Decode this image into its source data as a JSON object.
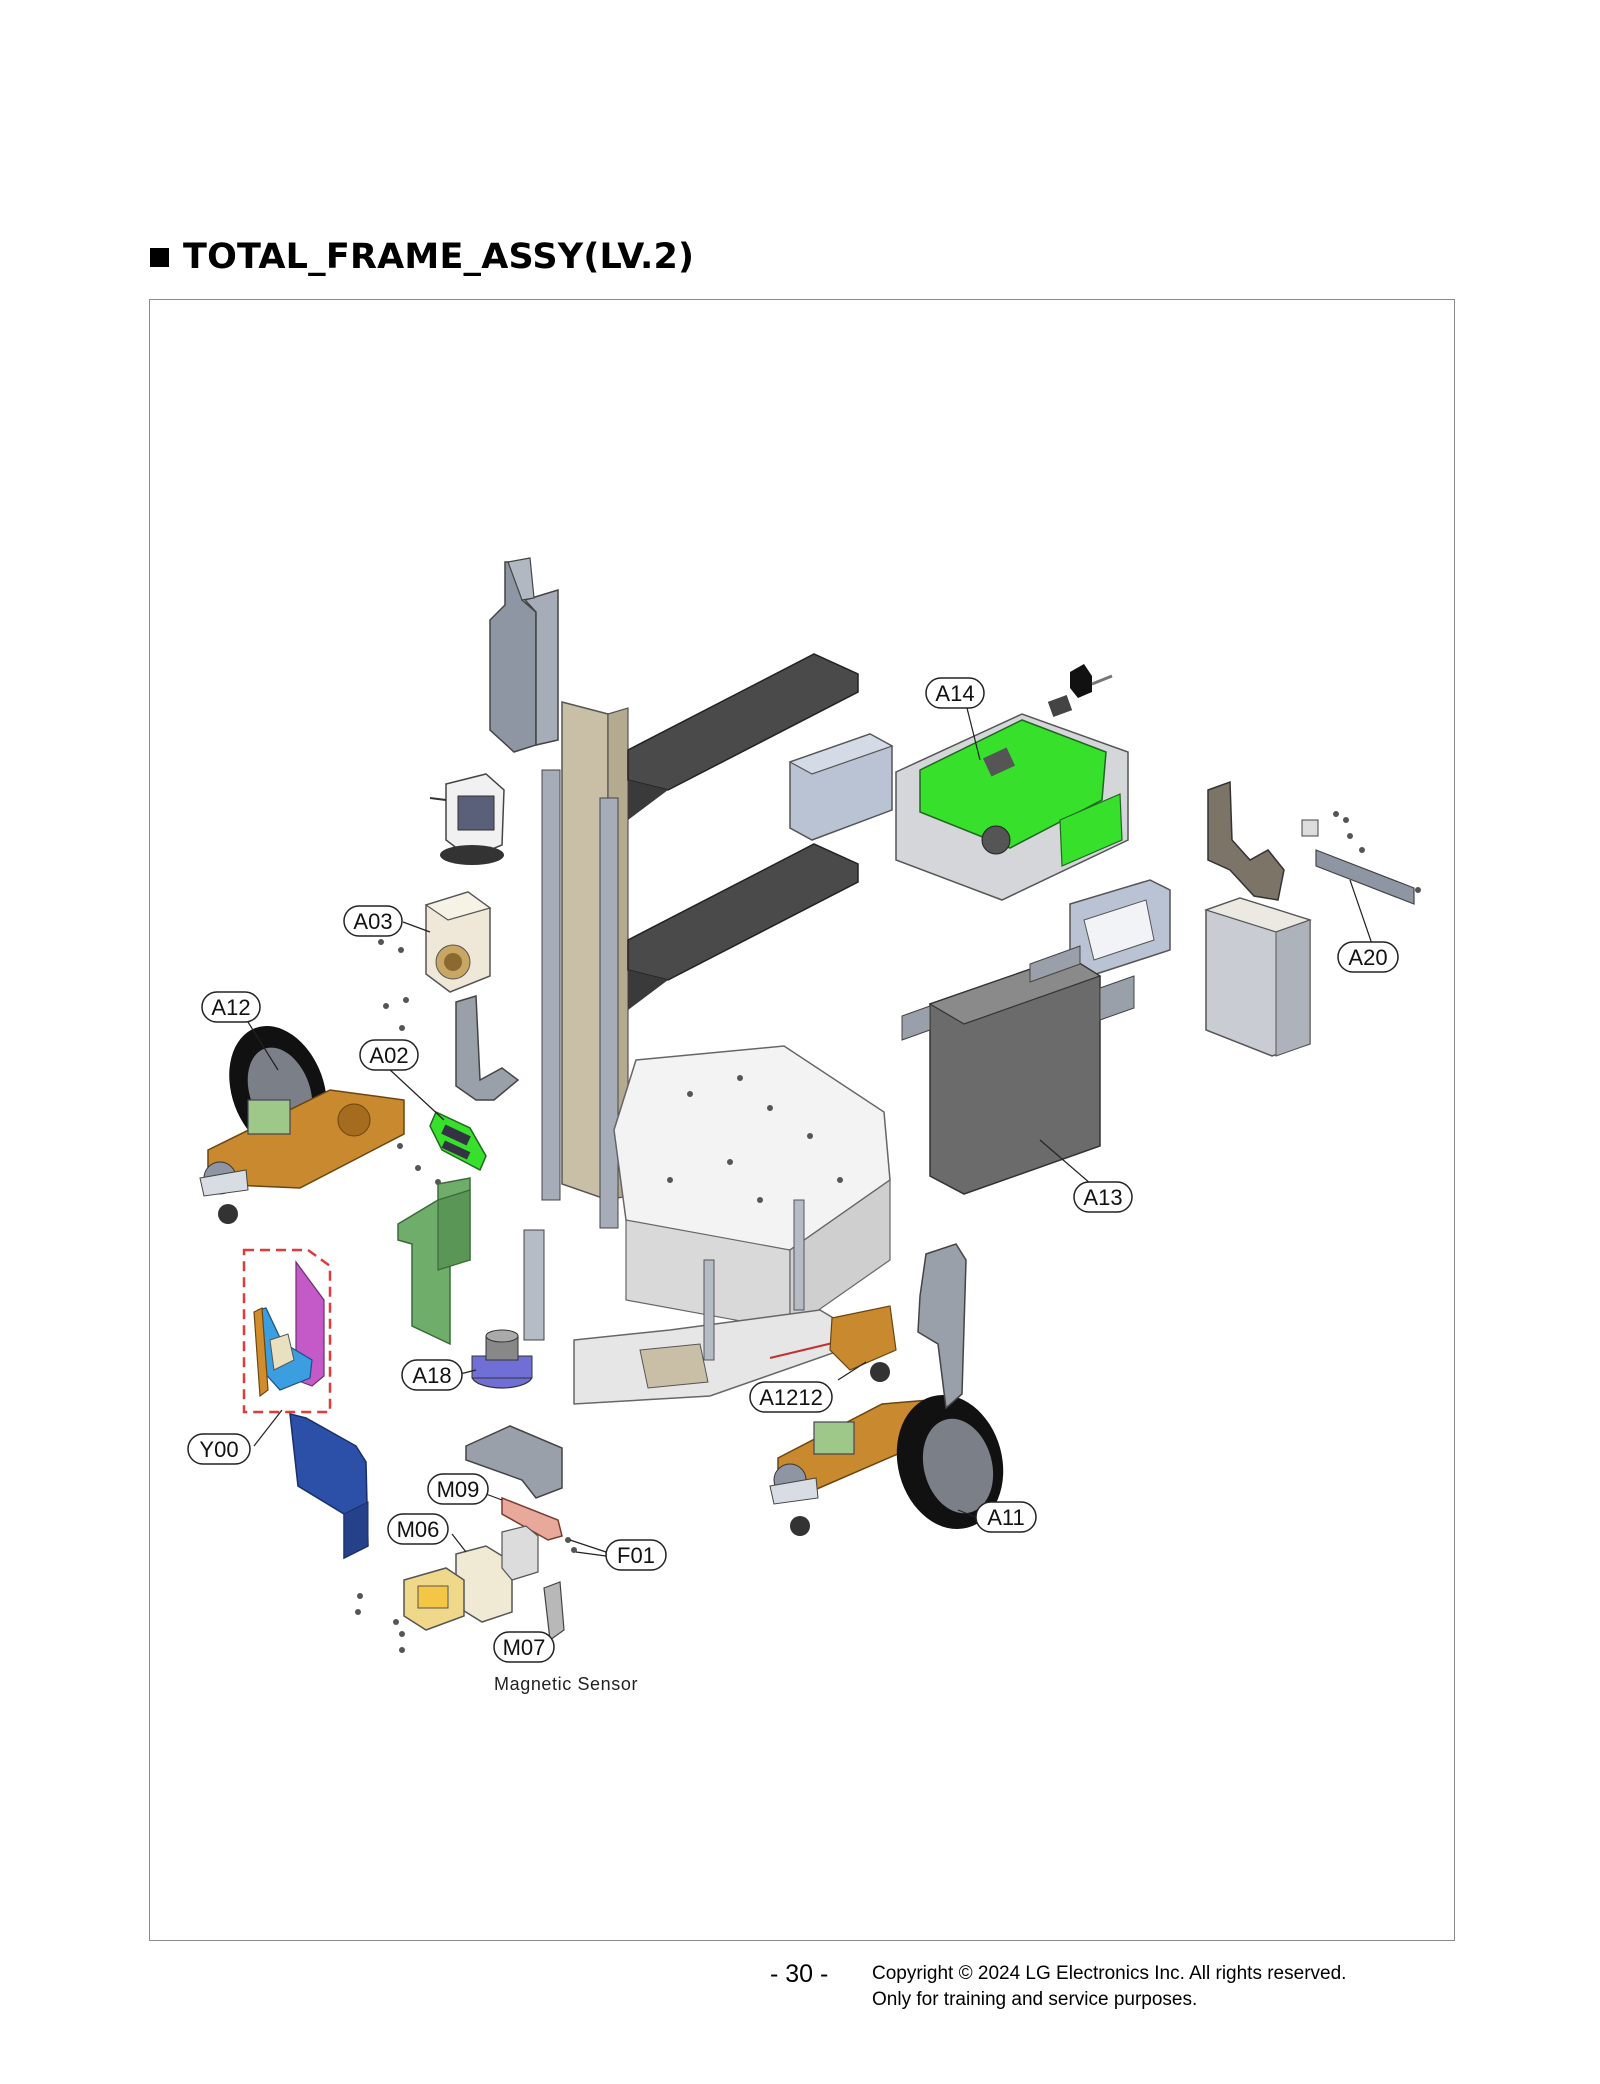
{
  "page": {
    "title": "TOTAL_FRAME_ASSY(LV.2)",
    "page_number": "- 30 -",
    "copyright_line1": "Copyright © 2024 LG Electronics Inc. All rights reserved.",
    "copyright_line2": "Only for training and service purposes."
  },
  "diagram": {
    "callouts": {
      "a14": "A14",
      "a03": "A03",
      "a12": "A12",
      "a02": "A02",
      "a20": "A20",
      "a13": "A13",
      "a18": "A18",
      "a1212": "A1212",
      "y00": "Y00",
      "m09": "M09",
      "m06": "M06",
      "f01": "F01",
      "m07": "M07",
      "a11": "A11"
    },
    "notes": {
      "magnetic_sensor": "Magnetic Sensor"
    },
    "colors": {
      "pcb_green": "#37e02a",
      "tray_dark": "#4a4a4a",
      "wheel_black": "#111111",
      "bracket_orange": "#c9892e",
      "shield_magenta": "#c45ac8",
      "shield_blue": "#2c4fa8",
      "panel_green": "#6fad6a",
      "frame_beige": "#c8bfa6",
      "battery_gray": "#6b6b6b",
      "highlight_red": "#e03a3a"
    }
  }
}
